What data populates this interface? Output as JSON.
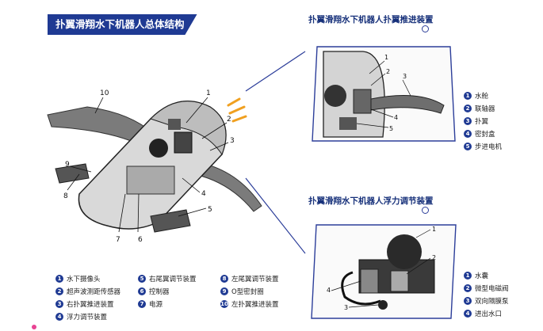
{
  "main_title": "扑翼滑翔水下机器人总体结构",
  "main_labels": [
    "1",
    "2",
    "3",
    "4",
    "5",
    "6",
    "7",
    "8",
    "9",
    "10"
  ],
  "legend": [
    {
      "n": "1",
      "text": "水下摄像头"
    },
    {
      "n": "2",
      "text": "超声波测距传感器"
    },
    {
      "n": "3",
      "text": "右扑翼推进装置"
    },
    {
      "n": "4",
      "text": "浮力调节装置"
    },
    {
      "n": "5",
      "text": "右尾翼调节装置"
    },
    {
      "n": "6",
      "text": "控制器"
    },
    {
      "n": "7",
      "text": "电源"
    },
    {
      "n": "8",
      "text": "左尾翼调节装置"
    },
    {
      "n": "9",
      "text": "O型密封圈"
    },
    {
      "n": "10",
      "text": "左扑翼推进装置"
    }
  ],
  "top_panel": {
    "title": "扑翼滑翔水下机器人扑翼推进装置",
    "labels": [
      "1",
      "2",
      "3",
      "4",
      "5"
    ],
    "legend": [
      {
        "n": "1",
        "text": "水舱"
      },
      {
        "n": "2",
        "text": "联轴器"
      },
      {
        "n": "3",
        "text": "扑翼"
      },
      {
        "n": "4",
        "text": "密封盒"
      },
      {
        "n": "5",
        "text": "步进电机"
      }
    ]
  },
  "bottom_panel": {
    "title": "扑翼滑翔水下机器人浮力调节装置",
    "labels": [
      "1",
      "2",
      "3",
      "4"
    ],
    "legend": [
      {
        "n": "1",
        "text": "水囊"
      },
      {
        "n": "2",
        "text": "微型电磁阀"
      },
      {
        "n": "3",
        "text": "双向隔膜泵"
      },
      {
        "n": "4",
        "text": "进出水口"
      }
    ]
  },
  "colors": {
    "accent": "#1f3a93",
    "frame": "#2c3e9a"
  }
}
